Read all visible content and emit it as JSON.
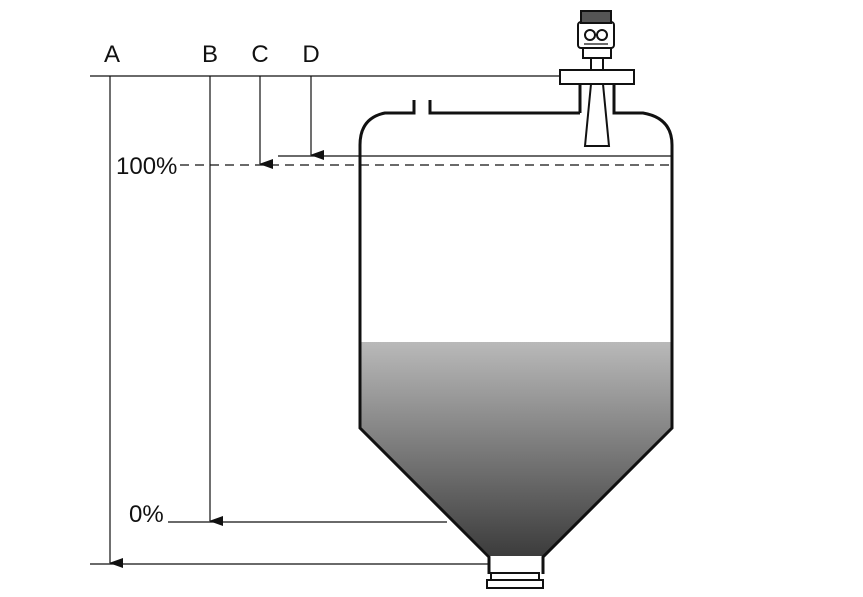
{
  "diagram": {
    "measure_labels": {
      "a": "A",
      "b": "B",
      "c": "C",
      "d": "D"
    },
    "levels": {
      "full": "100%",
      "empty": "0%"
    },
    "colors": {
      "line": "#111111",
      "fill_top": "#b9b9b9",
      "fill_bottom": "#3c3c3c",
      "background": "#ffffff"
    },
    "icons": {
      "sensor": "radar-level-transmitter-icon",
      "antenna": "horn-antenna-icon"
    }
  }
}
